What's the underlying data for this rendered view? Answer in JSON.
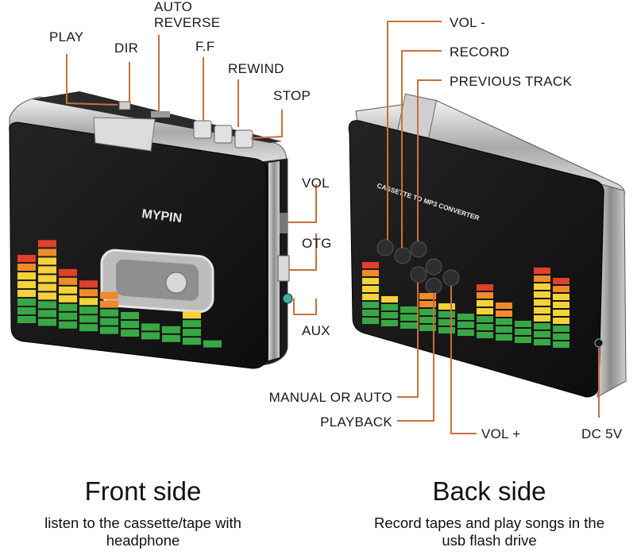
{
  "labels": {
    "play": "PLAY",
    "dir": "DIR",
    "auto_reverse_1": "AUTO",
    "auto_reverse_2": "REVERSE",
    "ff": "F.F",
    "rewind": "REWIND",
    "stop": "STOP",
    "vol": "VOL",
    "otg": "OTG",
    "aux": "AUX",
    "vol_minus": "VOL -",
    "record": "RECORD",
    "previous_track": "PREVIOUS TRACK",
    "manual_or_auto": "MANUAL OR AUTO",
    "playback": "PLAYBACK",
    "vol_plus": "VOL +",
    "dc_5v": "DC 5V"
  },
  "device": {
    "brand": "MYPIN",
    "back_text": "CASSETTE TO MP3 CONVERTER"
  },
  "captions": {
    "front_title": "Front side",
    "front_sub_1": "listen to the cassette/tape with",
    "front_sub_2": "headphone",
    "back_title": "Back side",
    "back_sub_1": "Record tapes and play songs in the",
    "back_sub_2": "usb flash drive"
  },
  "colors": {
    "leader": "#c8703c",
    "device_body": "#1b1b1b",
    "eq_red": "#e0402c",
    "eq_orange": "#f08a2a",
    "eq_yellow": "#f4d23a",
    "eq_green": "#38a845"
  }
}
